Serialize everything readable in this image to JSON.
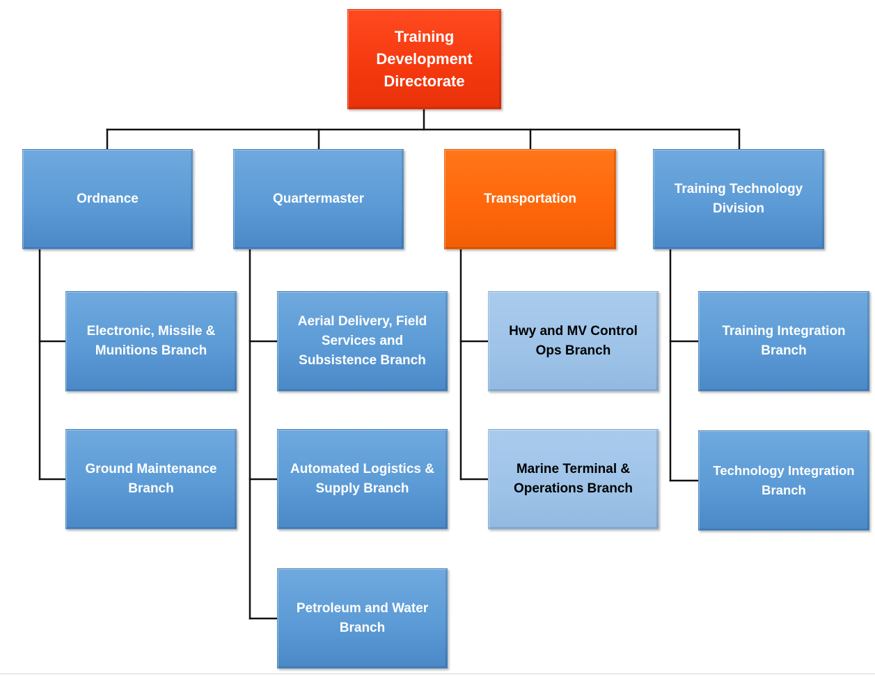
{
  "root": {
    "label": "Training\nDevelopment\nDirectorate",
    "color": "#ff3d12"
  },
  "divisions": [
    {
      "label": "Ordnance",
      "color": "#5b9bd5",
      "branches": [
        {
          "label": "Electronic, Missile &\nMunitions Branch"
        },
        {
          "label": "Ground Maintenance\nBranch"
        }
      ]
    },
    {
      "label": "Quartermaster",
      "color": "#5b9bd5",
      "branches": [
        {
          "label": "Aerial Delivery, Field\nServices and\nSubsistence Branch"
        },
        {
          "label": "Automated Logistics &\nSupply Branch"
        },
        {
          "label": "Petroleum and Water\nBranch"
        }
      ]
    },
    {
      "label": "Transportation",
      "color": "#ff6a0e",
      "branches": [
        {
          "label": "Hwy and MV Control\nOps Branch",
          "color": "#9dc3e6"
        },
        {
          "label": "Marine Terminal &\nOperations Branch",
          "color": "#9dc3e6"
        }
      ]
    },
    {
      "label": "Training Technology\nDivision",
      "color": "#5b9bd5",
      "branches": [
        {
          "label": "Training Integration\nBranch"
        },
        {
          "label": "Technology Integration\nBranch"
        }
      ]
    }
  ]
}
